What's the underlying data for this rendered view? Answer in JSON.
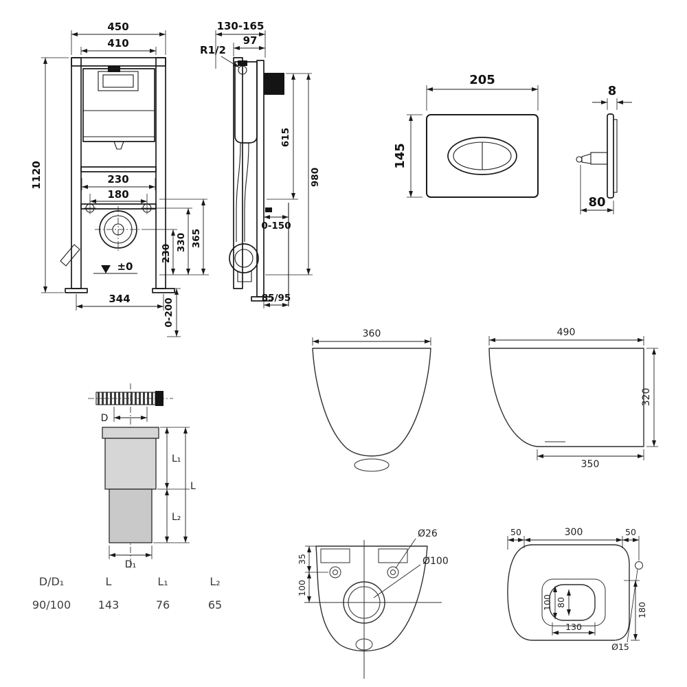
{
  "sheet": {
    "bg": "#ffffff",
    "line_color": "#1a1a1a"
  },
  "frame_front": {
    "width_outer": "450",
    "width_inner": "410",
    "height_total": "1120",
    "span_230": "230",
    "span_180": "180",
    "foot_span": "344",
    "foot_adjust": "0-200",
    "floor_ref": "±0",
    "h_230": "230",
    "h_330": "330",
    "h_365": "365"
  },
  "frame_side": {
    "depth_range": "130-165",
    "thread": "R1/2",
    "depth_97": "97",
    "h_615": "615",
    "h_980": "980",
    "front_adjust": "0-150",
    "foot_depth": "85/95"
  },
  "flush_plate": {
    "width": "205",
    "height": "145",
    "thickness": "8",
    "depth": "80"
  },
  "bowl_front": {
    "width": "360"
  },
  "bowl_side": {
    "depth": "490",
    "height": "320",
    "base_depth": "350"
  },
  "flush_pipe": {
    "label_d": "D",
    "label_d1": "D₁",
    "label_l": "L",
    "label_l1": "L₁",
    "label_l2": "L₂",
    "table": {
      "headers": [
        "D/D₁",
        "L",
        "L₁",
        "L₂"
      ],
      "values": [
        "90/100",
        "143",
        "76",
        "65"
      ]
    }
  },
  "bowl_top": {
    "hole_dia": "Ø26",
    "drain_dia": "Ø100",
    "offset_35": "35",
    "offset_100": "100"
  },
  "bowl_plan": {
    "left_50": "50",
    "center_300": "300",
    "right_50": "50",
    "inner_100": "100",
    "inner_80": "80",
    "inner_130": "130",
    "side_180": "180",
    "fix_dia": "Ø15"
  }
}
